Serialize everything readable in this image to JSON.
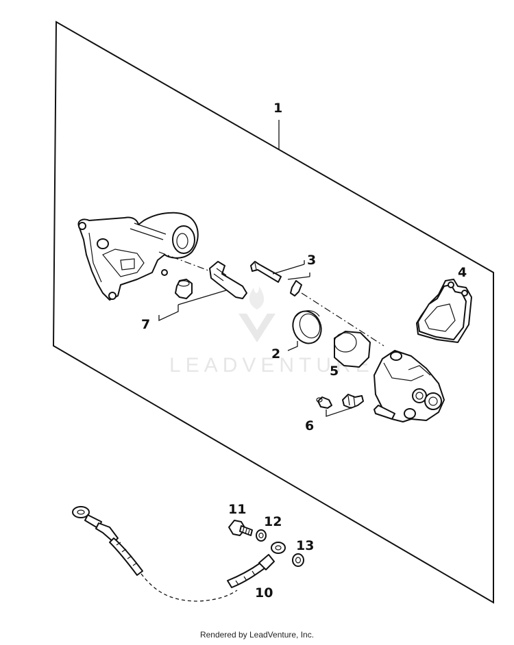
{
  "callouts": [
    "1",
    "2",
    "3",
    "4",
    "5",
    "6",
    "7",
    "10",
    "11",
    "12",
    "13"
  ],
  "watermark": "LEADVENTURE",
  "footer": "Rendered by LeadVenture, Inc."
}
